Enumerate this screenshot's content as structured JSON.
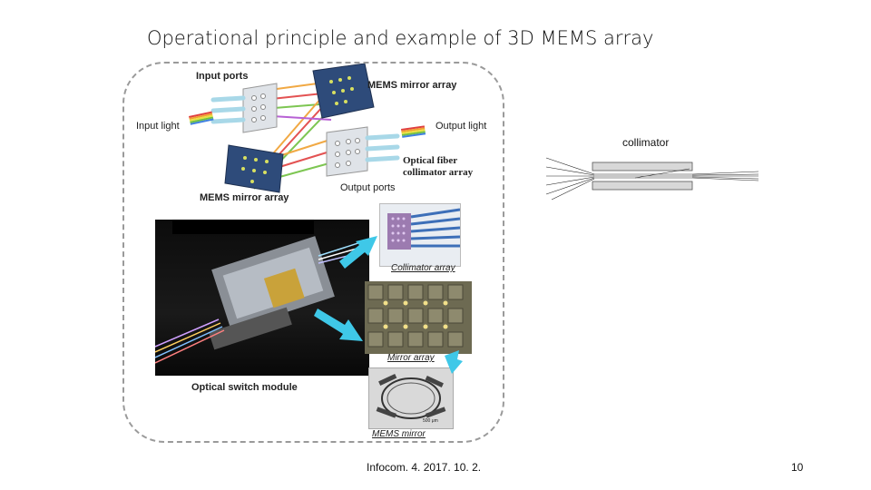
{
  "slide": {
    "title": "Operational principle and example of 3D MEMS array",
    "footer": "Infocom. 4.  2017. 10. 2.",
    "page_number": "10"
  },
  "schematic": {
    "input_ports": "Input ports",
    "mems_mirror_array_top": "MEMS mirror array",
    "input_light": "Input light",
    "output_light": "Output light",
    "optical_fiber_line1": "Optical fiber",
    "optical_fiber_line2": "collimator array",
    "mems_mirror_array_bottom": "MEMS mirror array",
    "output_ports": "Output ports"
  },
  "photos": {
    "collimator_array": "Collimator array",
    "mirror_array": "Mirror array",
    "optical_switch_module": "Optical switch module",
    "mems_mirror": "MEMS mirror",
    "scale_bar": "500 μm"
  },
  "collimator_diagram": {
    "label": "collimator"
  },
  "colors": {
    "mirror_panel": "#2e4b7a",
    "callout_arrow": "#3fc8e8",
    "frame_border": "#9a9a9a"
  }
}
